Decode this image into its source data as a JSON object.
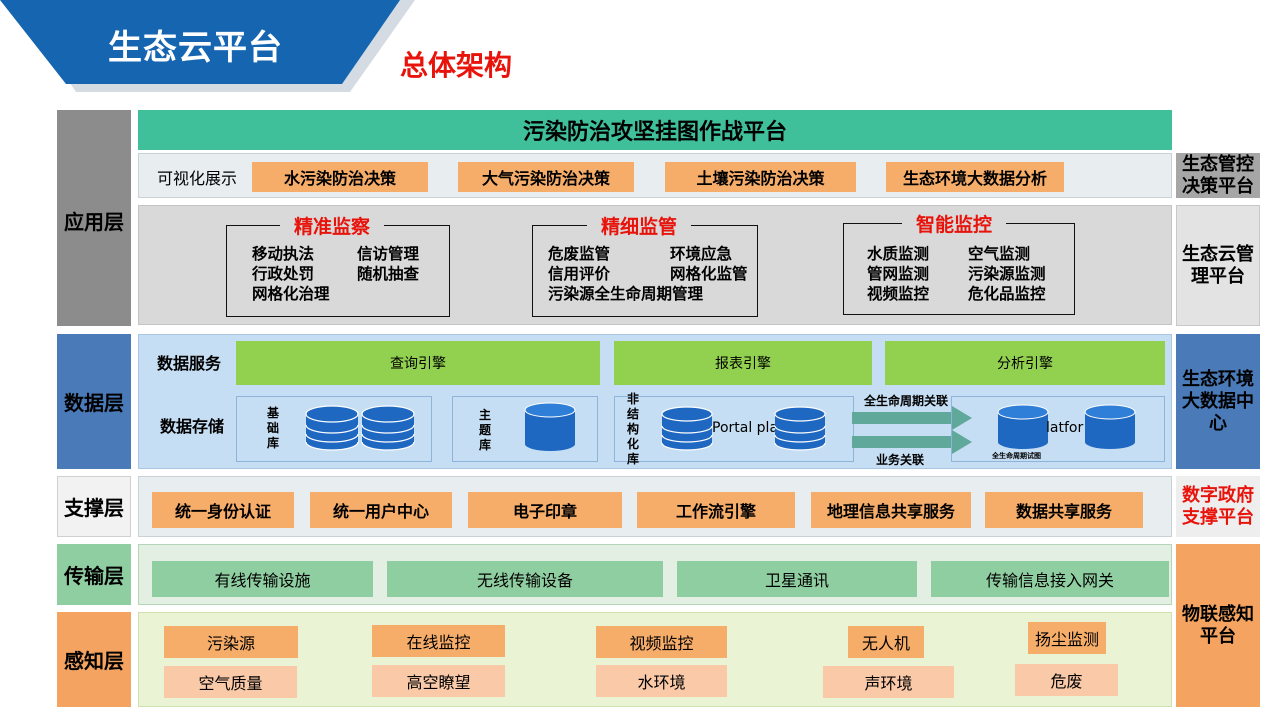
{
  "header": {
    "banner_title": "生态云平台",
    "subtitle": "总体架构",
    "colors": {
      "banner": "#1565b0",
      "subtitle": "#e8140c"
    }
  },
  "layers": {
    "application": "应用层",
    "data": "数据层",
    "support": "支撑层",
    "transmission": "传输层",
    "perception": "感知层"
  },
  "platforms": {
    "eco_decision_line1": "生态管控",
    "eco_decision_line2": "决策平台",
    "eco_cloud_line1": "生态云管",
    "eco_cloud_line2": "理平台",
    "bigdata_line1": "生态环境",
    "bigdata_line2": "大数据中",
    "bigdata_line3": "心",
    "gov_line1": "数字政府",
    "gov_line2": "支撑平台",
    "iot_line1": "物联感知",
    "iot_line2": "平台"
  },
  "application": {
    "war_platform": "污染防治攻坚挂图作战平台",
    "vis_label": "可视化展示",
    "decisions": [
      "水污染防治决策",
      "大气污染防治决策",
      "土壤污染防治决策",
      "生态环境大数据分析"
    ],
    "precise": {
      "title": "精准监察",
      "col1": [
        "移动执法",
        "行政处罚",
        "网格化治理"
      ],
      "col2": [
        "信访管理",
        "随机抽查"
      ]
    },
    "fine": {
      "title": "精细监管",
      "col1": [
        "危废监管",
        "信用评价"
      ],
      "col2": [
        "环境应急",
        "网格化监管"
      ],
      "wide": "污染源全生命周期管理"
    },
    "smart": {
      "title": "智能监控",
      "col1": [
        "水质监测",
        "管网监测",
        "视频监控"
      ],
      "col2": [
        "空气监测",
        "污染源监测",
        "危化品监控"
      ]
    }
  },
  "data_layer": {
    "service_label": "数据服务",
    "storage_label": "数据存储",
    "engines": [
      "查询引擎",
      "报表引擎",
      "分析引擎"
    ],
    "base_db": "基础库",
    "topic_db": "主题库",
    "unstructured_db": "非结构化库",
    "portal_text": "Portal pla",
    "platform_text": "latfor",
    "lifecycle_link": "全生命周期关联",
    "business_link": "业务关联",
    "lifecycle_caption": "全生命周期试图"
  },
  "support": [
    "统一身份认证",
    "统一用户中心",
    "电子印章",
    "工作流引擎",
    "地理信息共享服务",
    "数据共享服务"
  ],
  "transmission": [
    "有线传输设施",
    "无线传输设备",
    "卫星通讯",
    "传输信息接入网关"
  ],
  "perception": {
    "row1": [
      "污染源",
      "在线监控",
      "视频监控",
      "无人机",
      "扬尘监测"
    ],
    "row2": [
      "空气质量",
      "高空瞭望",
      "水环境",
      "声环境",
      "危废"
    ]
  }
}
